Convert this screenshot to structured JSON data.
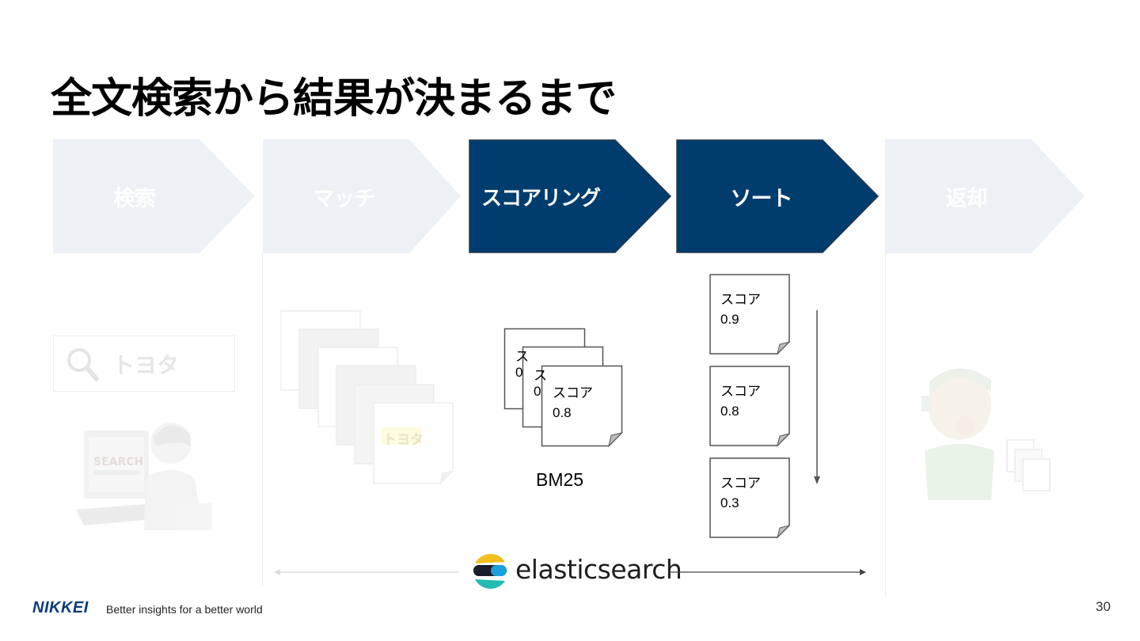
{
  "title": "全文検索から結果が決まるまで",
  "steps": [
    {
      "label": "検索",
      "active": false
    },
    {
      "label": "マッチ",
      "active": false
    },
    {
      "label": "スコアリング",
      "active": true
    },
    {
      "label": "ソート",
      "active": true
    },
    {
      "label": "返却",
      "active": false
    }
  ],
  "colors": {
    "active": "#003d6e",
    "inactive": "#edf1f6",
    "accent_yellow": "#fff27a"
  },
  "search": {
    "query": "トヨタ",
    "icon": "search-icon",
    "illustration_text": "SEARCH"
  },
  "match": {
    "highlight_text": "トヨタ"
  },
  "scoring": {
    "stack_labels": [
      "ス",
      "0",
      "ス",
      "0"
    ],
    "front_card": {
      "label": "スコア",
      "score": "0.8"
    },
    "algorithm": "BM25"
  },
  "sort": {
    "cards": [
      {
        "label": "スコア",
        "score": "0.9"
      },
      {
        "label": "スコア",
        "score": "0.8"
      },
      {
        "label": "スコア",
        "score": "0.3"
      }
    ]
  },
  "engine": {
    "name": "elasticsearch"
  },
  "footer": {
    "brand": "NIKKEI",
    "tagline": "Better insights for a better world",
    "page_number": "30"
  }
}
